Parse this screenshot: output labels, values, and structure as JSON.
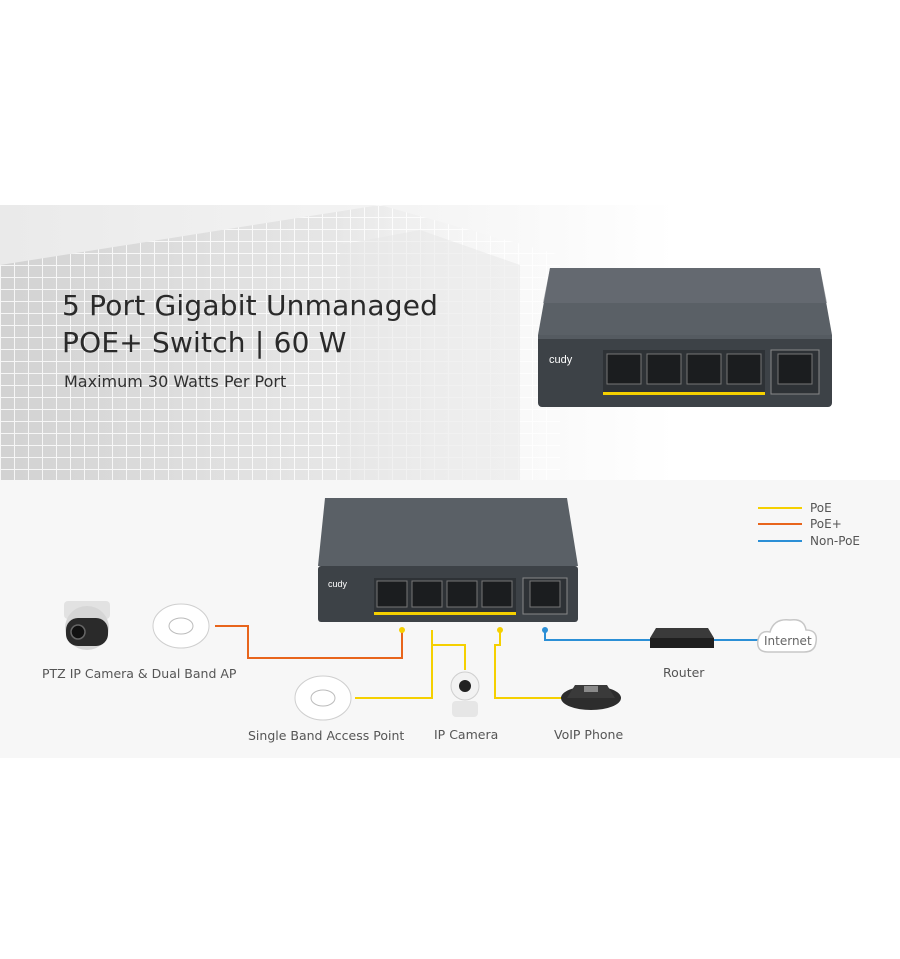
{
  "hero": {
    "title_line1": "5 Port Gigabit Unmanaged",
    "title_line2": "POE+ Switch | 60 W",
    "subtitle": "Maximum 30 Watts Per Port"
  },
  "switch": {
    "brand": "cudy"
  },
  "legend": [
    {
      "label": "PoE",
      "color": "#f5d000"
    },
    {
      "label": "PoE+",
      "color": "#e8651c"
    },
    {
      "label": "Non-PoE",
      "color": "#2b8fd6"
    }
  ],
  "devices": {
    "ptz_ap": "PTZ IP Camera & Dual Band AP",
    "single_ap": "Single Band Access Point",
    "ip_camera": "IP Camera",
    "voip": "VoIP Phone",
    "router": "Router",
    "internet": "Internet"
  }
}
